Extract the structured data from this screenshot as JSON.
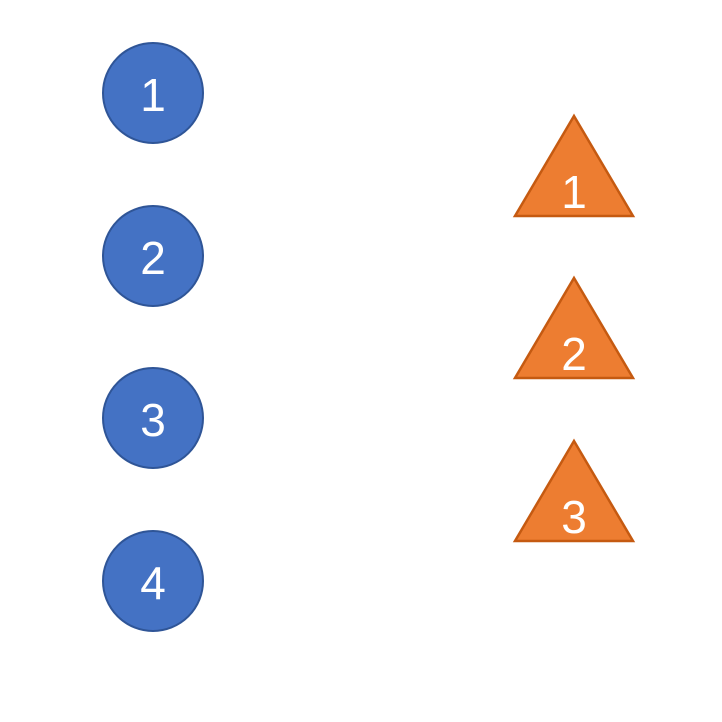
{
  "colors": {
    "circle_fill": "#4472C4",
    "circle_stroke": "#2F5597",
    "triangle_fill": "#ED7D31",
    "triangle_stroke": "#C55A11",
    "label": "#FFFFFF"
  },
  "circles": [
    {
      "label": "1"
    },
    {
      "label": "2"
    },
    {
      "label": "3"
    },
    {
      "label": "4"
    }
  ],
  "triangles": [
    {
      "label": "1"
    },
    {
      "label": "2"
    },
    {
      "label": "3"
    }
  ]
}
